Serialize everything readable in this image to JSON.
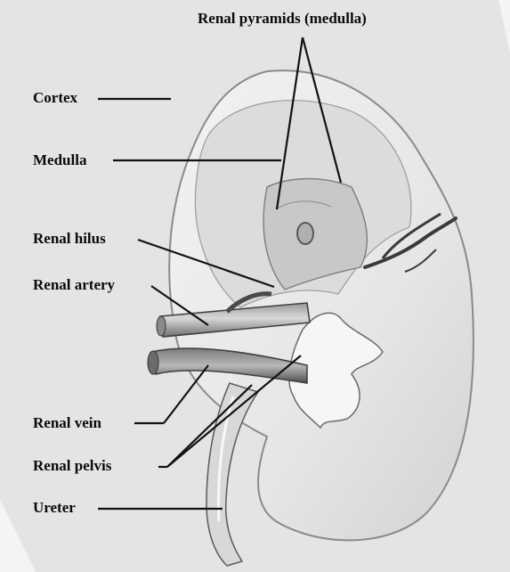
{
  "figure": {
    "labels": {
      "renal_pyramids": "Renal pyramids (medulla)",
      "cortex": "Cortex",
      "medulla": "Medulla",
      "renal_hilus": "Renal hilus",
      "renal_artery": "Renal artery",
      "renal_vein": "Renal vein",
      "renal_pelvis": "Renal pelvis",
      "ureter": "Ureter"
    }
  }
}
